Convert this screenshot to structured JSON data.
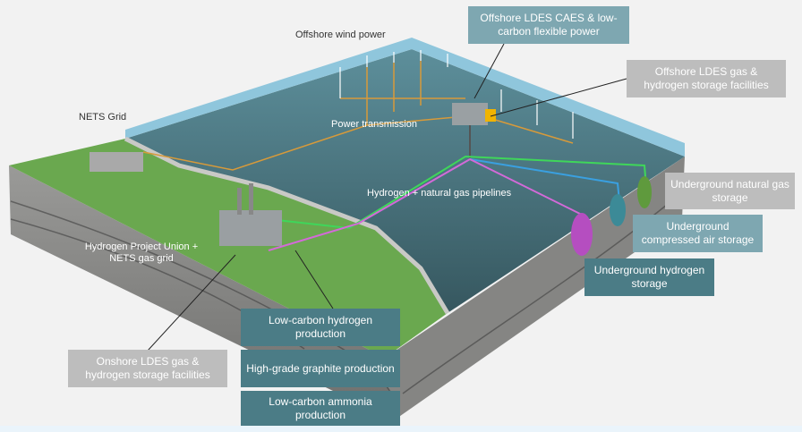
{
  "labels": {
    "offshore_wind": "Offshore wind power",
    "nets_grid": "NETS Grid",
    "power_transmission": "Power transmission",
    "pipelines": "Hydrogen + natural gas pipelines",
    "hpu": "Hydrogen Project Union + NETS gas grid",
    "caes": "Offshore LDES CAES & low-carbon flexible power",
    "offshore_gas": "Offshore LDES gas & hydrogen storage facilities",
    "ug_natgas": "Underground natural gas storage",
    "ug_air": "Underground compressed air storage",
    "ug_h2": "Underground hydrogen storage",
    "h2_prod": "Low-carbon hydrogen production",
    "graphite": "High-grade graphite production",
    "ammonia": "Low-carbon ammonia production",
    "onshore_gas": "Onshore LDES gas & hydrogen storage facilities"
  },
  "colors": {
    "dark_box": "#4b7c86",
    "mid_box": "#7ea7b1",
    "grey_box": "#bdbdbd",
    "water": "#3f6670",
    "land": "#6aa84f",
    "hydrogen_line": "#d36ad8",
    "air_line": "#3aa0e0",
    "gas_line": "#3fd65a",
    "power_line": "#d79a3a"
  }
}
